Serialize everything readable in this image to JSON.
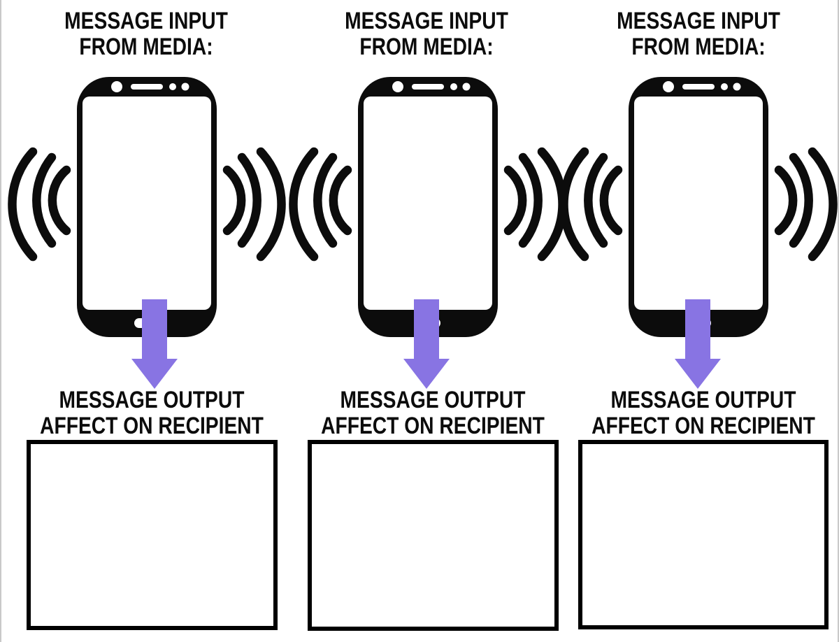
{
  "colors": {
    "arrow": "#8874e3",
    "ink": "#0c0c0c",
    "box_border": "#000000",
    "page_edge": "#c9c9c9"
  },
  "columns": [
    {
      "input_heading": {
        "line1": "MESSAGE INPUT",
        "line2": "FROM MEDIA:"
      },
      "phone_icon": "vibrating-phone-icon",
      "arrow_icon": "down-arrow-icon",
      "output_heading": {
        "line1": "MESSAGE OUTPUT",
        "line2": "AFFECT ON RECIPIENT"
      },
      "response_box_value": ""
    },
    {
      "input_heading": {
        "line1": "MESSAGE INPUT",
        "line2": "FROM MEDIA:"
      },
      "phone_icon": "vibrating-phone-icon",
      "arrow_icon": "down-arrow-icon",
      "output_heading": {
        "line1": "MESSAGE OUTPUT",
        "line2": "AFFECT ON RECIPIENT"
      },
      "response_box_value": ""
    },
    {
      "input_heading": {
        "line1": "MESSAGE INPUT",
        "line2": "FROM MEDIA:"
      },
      "phone_icon": "vibrating-phone-icon",
      "arrow_icon": "down-arrow-icon",
      "output_heading": {
        "line1": "MESSAGE OUTPUT",
        "line2": "AFFECT ON RECIPIENT"
      },
      "response_box_value": ""
    }
  ]
}
